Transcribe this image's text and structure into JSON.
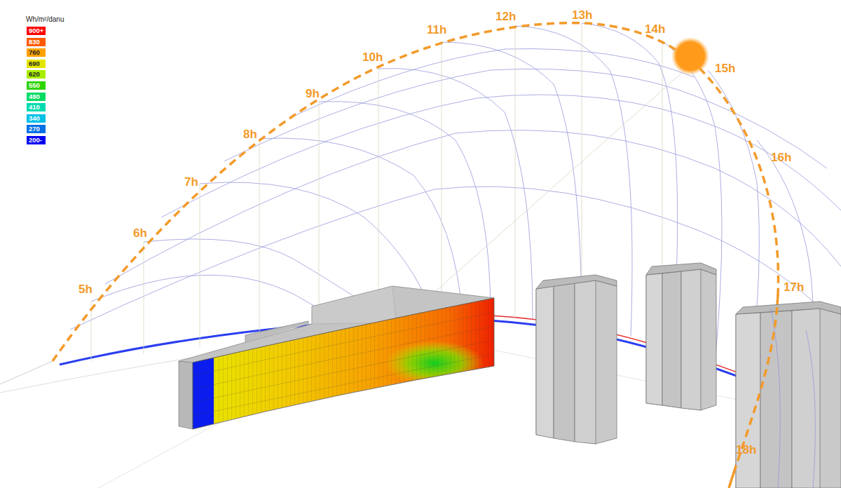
{
  "diagram": {
    "labels": [
      "Wh/m²/danu",
      "5h",
      "6h",
      "7h",
      "8h",
      "9h",
      "10h",
      "11h",
      "12h",
      "13h",
      "14h",
      "15h",
      "16h",
      "17h",
      "18h"
    ],
    "legend": [
      {
        "text": "900+",
        "color": "#ff0000"
      },
      {
        "text": "830",
        "color": "#ff5a00"
      },
      {
        "text": "760",
        "color": "#ffa200"
      },
      {
        "text": "690",
        "color": "#e2e600"
      },
      {
        "text": "620",
        "color": "#a8ee00"
      },
      {
        "text": "550",
        "color": "#30d400"
      },
      {
        "text": "480",
        "color": "#00dc64"
      },
      {
        "text": "410",
        "color": "#00dcb0"
      },
      {
        "text": "340",
        "color": "#00c0e6"
      },
      {
        "text": "270",
        "color": "#0070e6"
      },
      {
        "text": "200-",
        "color": "#0000f0"
      }
    ]
  }
}
